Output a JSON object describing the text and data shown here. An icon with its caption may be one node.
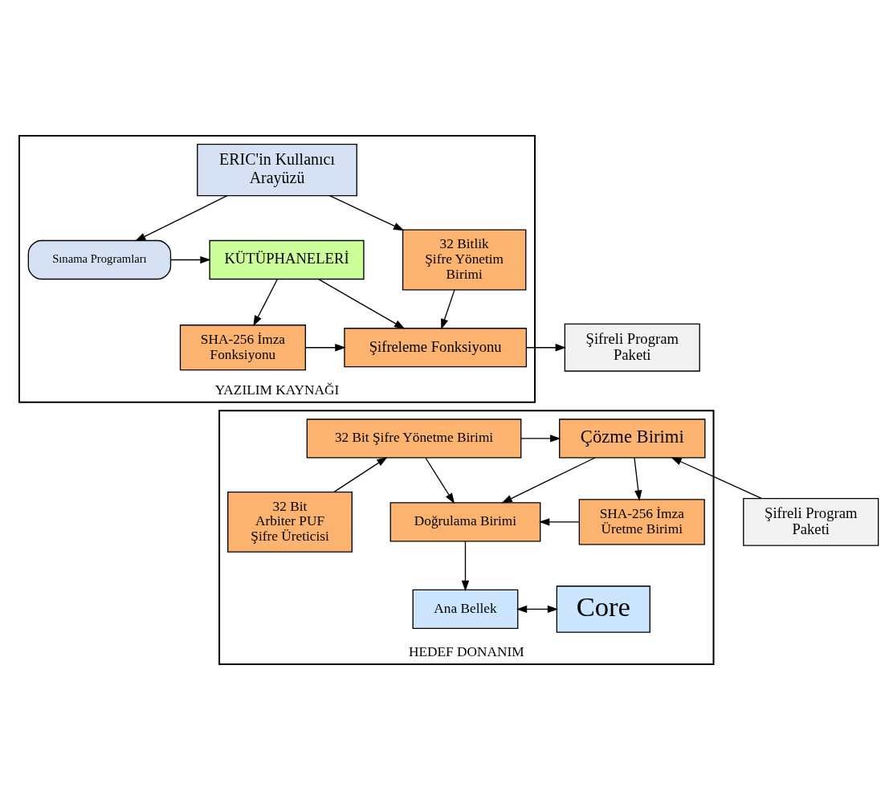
{
  "diagram": {
    "nodes": [
      {
        "text": [
          "YAZILIM KAYNAĞI"
        ]
      },
      {
        "text": [
          "Sınama Programları"
        ],
        "in": 0
      },
      {
        "text": [
          "KÜTÜPHANELERİ"
        ],
        "in": 0
      },
      {
        "text": [
          "SHA-256 İmza Fonksiyonu"
        ],
        "in": 0
      },
      {
        "text": [
          "ERIC'in Kullanıcı Arayüzü"
        ],
        "in": 0
      },
      {
        "text": [
          "32 Bitlik Şifre Yönetim Birimi"
        ],
        "in": 0
      },
      {
        "text": [
          "Şifreleme Fonksiyonu"
        ],
        "in": 0
      },
      {
        "text": [
          "Şifreli Program Paketi"
        ]
      },
      {
        "text": [
          "HEDEF DONANIM"
        ]
      },
      {
        "text": [
          "Çözme Birimi"
        ],
        "in": 8
      },
      {
        "text": [
          "32 Bit Şifre Yönetme Birimi"
        ],
        "in": 8
      },
      {
        "text": [
          "SHA-256 İmza Üretme Birimi"
        ],
        "in": 8
      },
      {
        "text": [
          "Doğrulama Birimi"
        ],
        "in": 8
      },
      {
        "text": [
          "32 Bit Arbiter PUF Şifre Üreticisi"
        ],
        "in": 8
      },
      {
        "text": [
          "Ana Bellek"
        ],
        "in": 8
      },
      {
        "text": [
          "Core"
        ],
        "in": 8
      },
      {
        "text": [
          "Şifreli Program Paketi"
        ]
      }
    ],
    "edges": [
      {
        "from": 4,
        "to": 1,
        "arrow": "to"
      },
      {
        "from": 1,
        "to": 2,
        "arrow": "to"
      },
      {
        "from": 2,
        "to": 3,
        "arrow": "to"
      },
      {
        "from": 2,
        "to": 6,
        "arrow": "to"
      },
      {
        "from": 3,
        "to": 6,
        "arrow": "to"
      },
      {
        "from": 4,
        "to": 5,
        "arrow": "to"
      },
      {
        "from": 5,
        "to": 6,
        "arrow": "to"
      },
      {
        "from": 6,
        "to": 7,
        "arrow": "to"
      },
      {
        "from": 16,
        "to": 9,
        "arrow": "to"
      },
      {
        "from": 10,
        "to": 9,
        "arrow": "to"
      },
      {
        "from": 13,
        "to": 10,
        "arrow": "to"
      },
      {
        "from": 9,
        "to": 11,
        "arrow": "to"
      },
      {
        "from": 9,
        "to": 12,
        "arrow": "to"
      },
      {
        "from": 10,
        "to": 12,
        "arrow": "to"
      },
      {
        "from": 11,
        "to": 12,
        "arrow": "to"
      },
      {
        "from": 12,
        "to": 14,
        "arrow": "to"
      },
      {
        "from": 14,
        "to": 15,
        "arrow": "both"
      }
    ]
  }
}
